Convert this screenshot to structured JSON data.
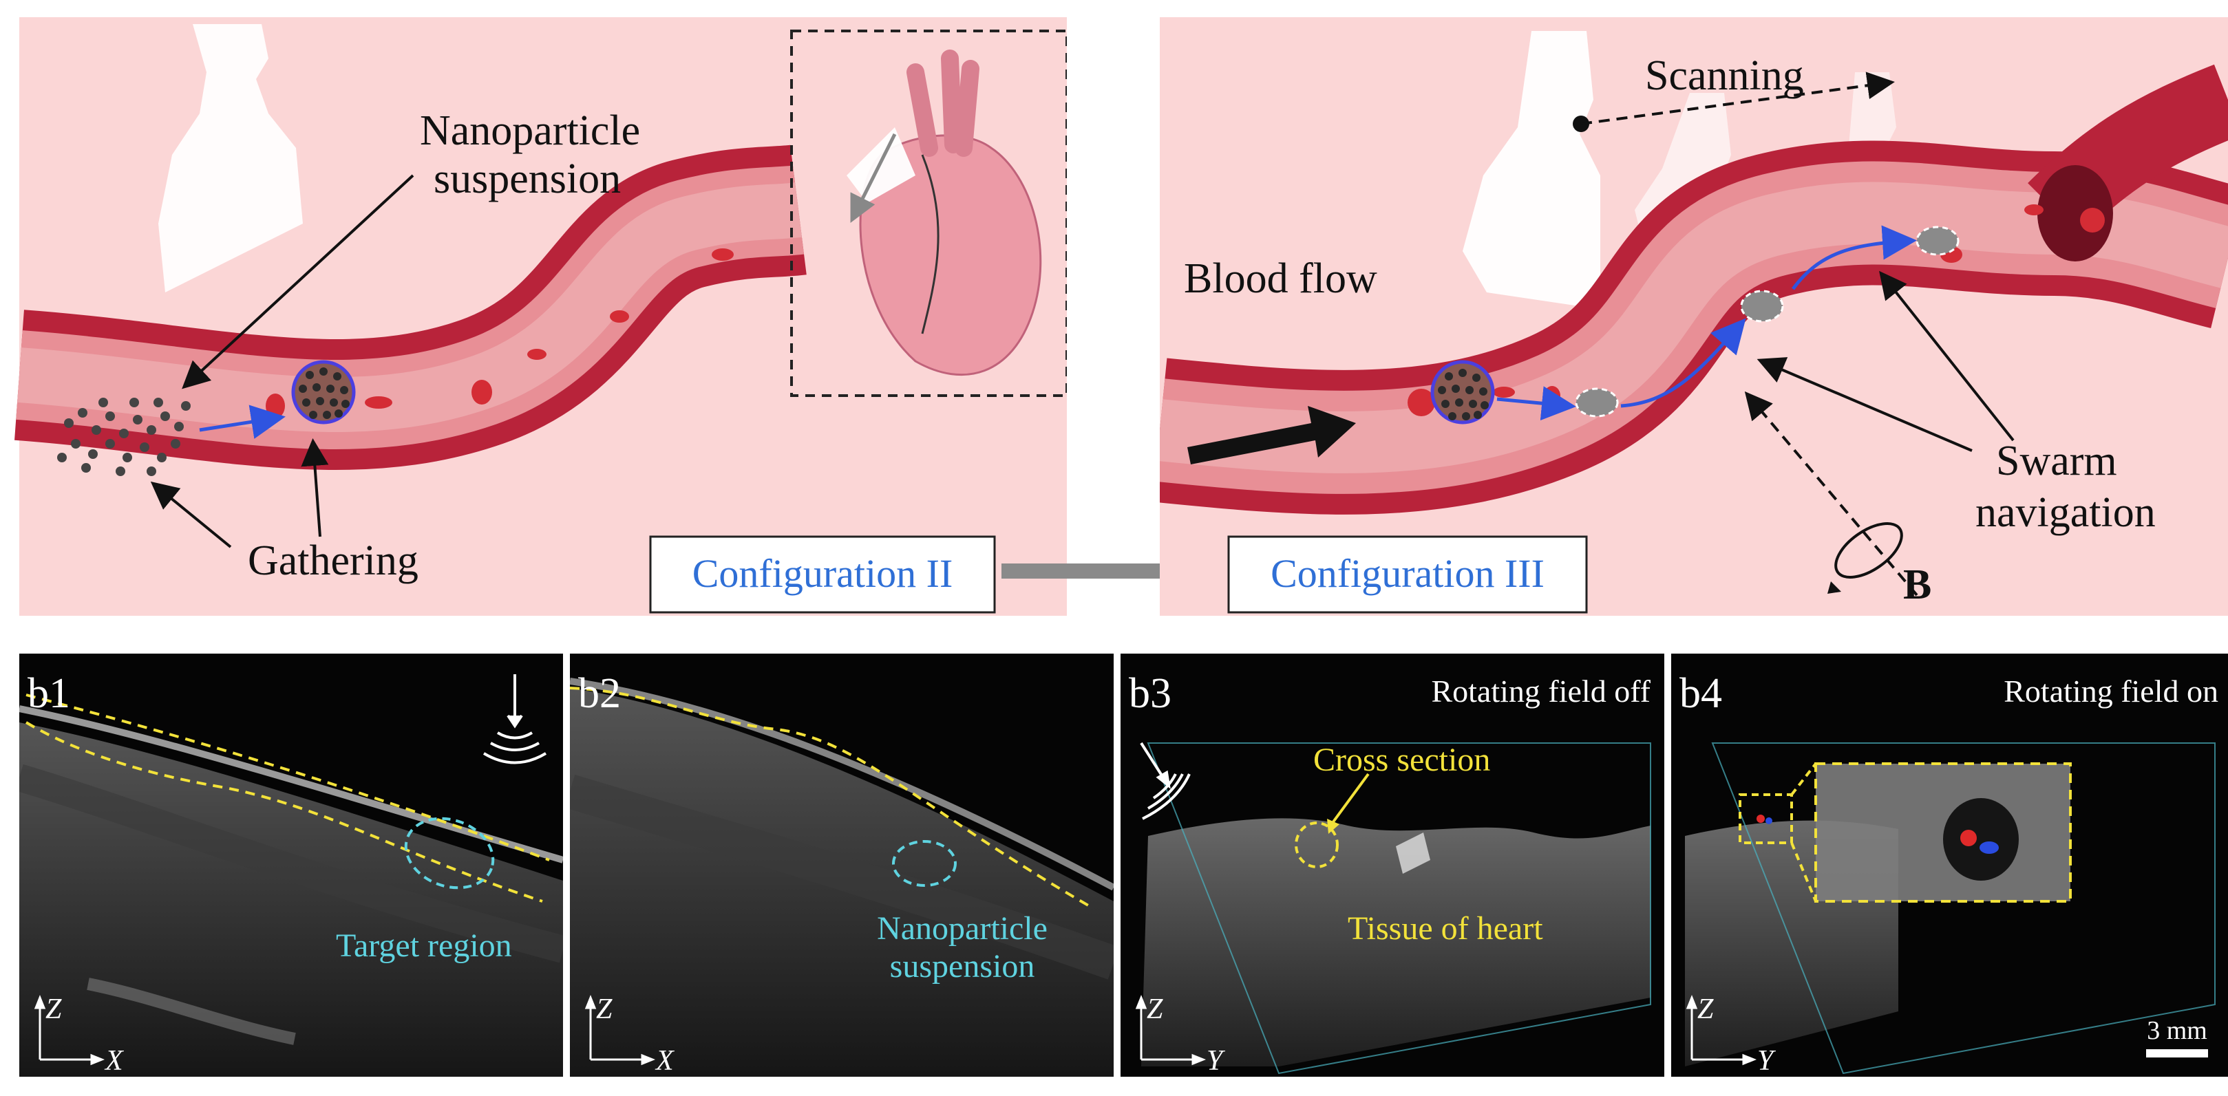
{
  "top_left": {
    "label_suspension_line1": "Nanoparticle",
    "label_suspension_line2": "suspension",
    "label_gathering": "Gathering",
    "config_label": "Configuration II"
  },
  "top_right": {
    "label_scanning": "Scanning",
    "label_blood_flow": "Blood flow",
    "label_swarm_line1": "Swarm",
    "label_swarm_line2": "navigation",
    "label_field": "B",
    "config_label": "Configuration III"
  },
  "panels": {
    "b1": {
      "tag": "b1",
      "region_label": "Target region",
      "axis_v": "Z",
      "axis_h": "X"
    },
    "b2": {
      "tag": "b2",
      "region_line1": "Nanoparticle",
      "region_line2": "suspension",
      "axis_v": "Z",
      "axis_h": "X"
    },
    "b3": {
      "tag": "b3",
      "status": "Rotating field off",
      "cross_section": "Cross section",
      "tissue": "Tissue of heart",
      "axis_v": "Z",
      "axis_h": "Y"
    },
    "b4": {
      "tag": "b4",
      "status": "Rotating field on",
      "axis_v": "Z",
      "axis_h": "Y",
      "scale_bar": "3 mm"
    }
  },
  "colors": {
    "background_pink": "#fbd6d6",
    "vessel_red": "#b8233a",
    "config_text": "#2f6fd6",
    "annotation_cyan": "#5fd3e0",
    "annotation_yellow": "#f3e23a"
  }
}
